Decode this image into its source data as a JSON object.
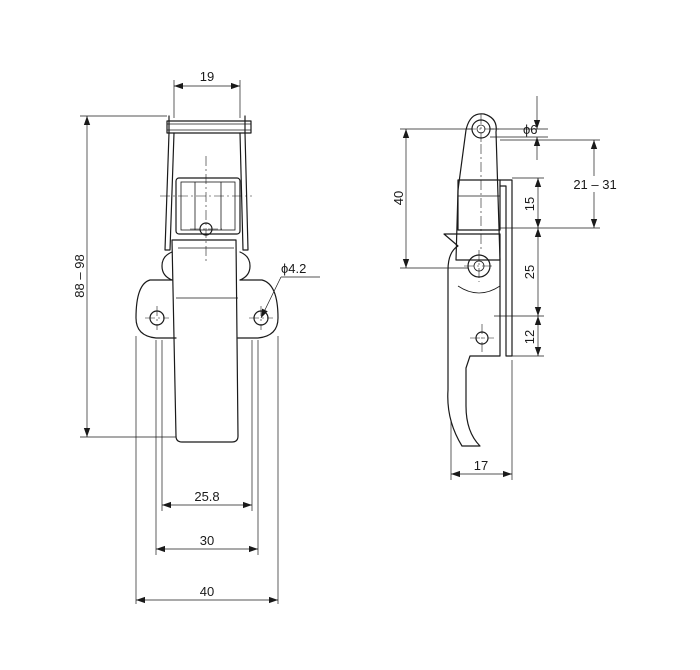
{
  "front_view": {
    "dim_top_width": "19",
    "dim_total_height": "88 – 98",
    "dim_hole_dia": "ϕ4.2",
    "dim_inner_width": "25.8",
    "dim_hole_spacing": "30",
    "dim_base_width": "40"
  },
  "side_view": {
    "dim_pin_dia": "ϕ6",
    "dim_pivot_height": "40",
    "dim_adjust_range": "21 – 31",
    "dim_upper_pitch": "15",
    "dim_lower_pitch": "25",
    "dim_hook_offset": "12",
    "dim_depth": "17"
  }
}
